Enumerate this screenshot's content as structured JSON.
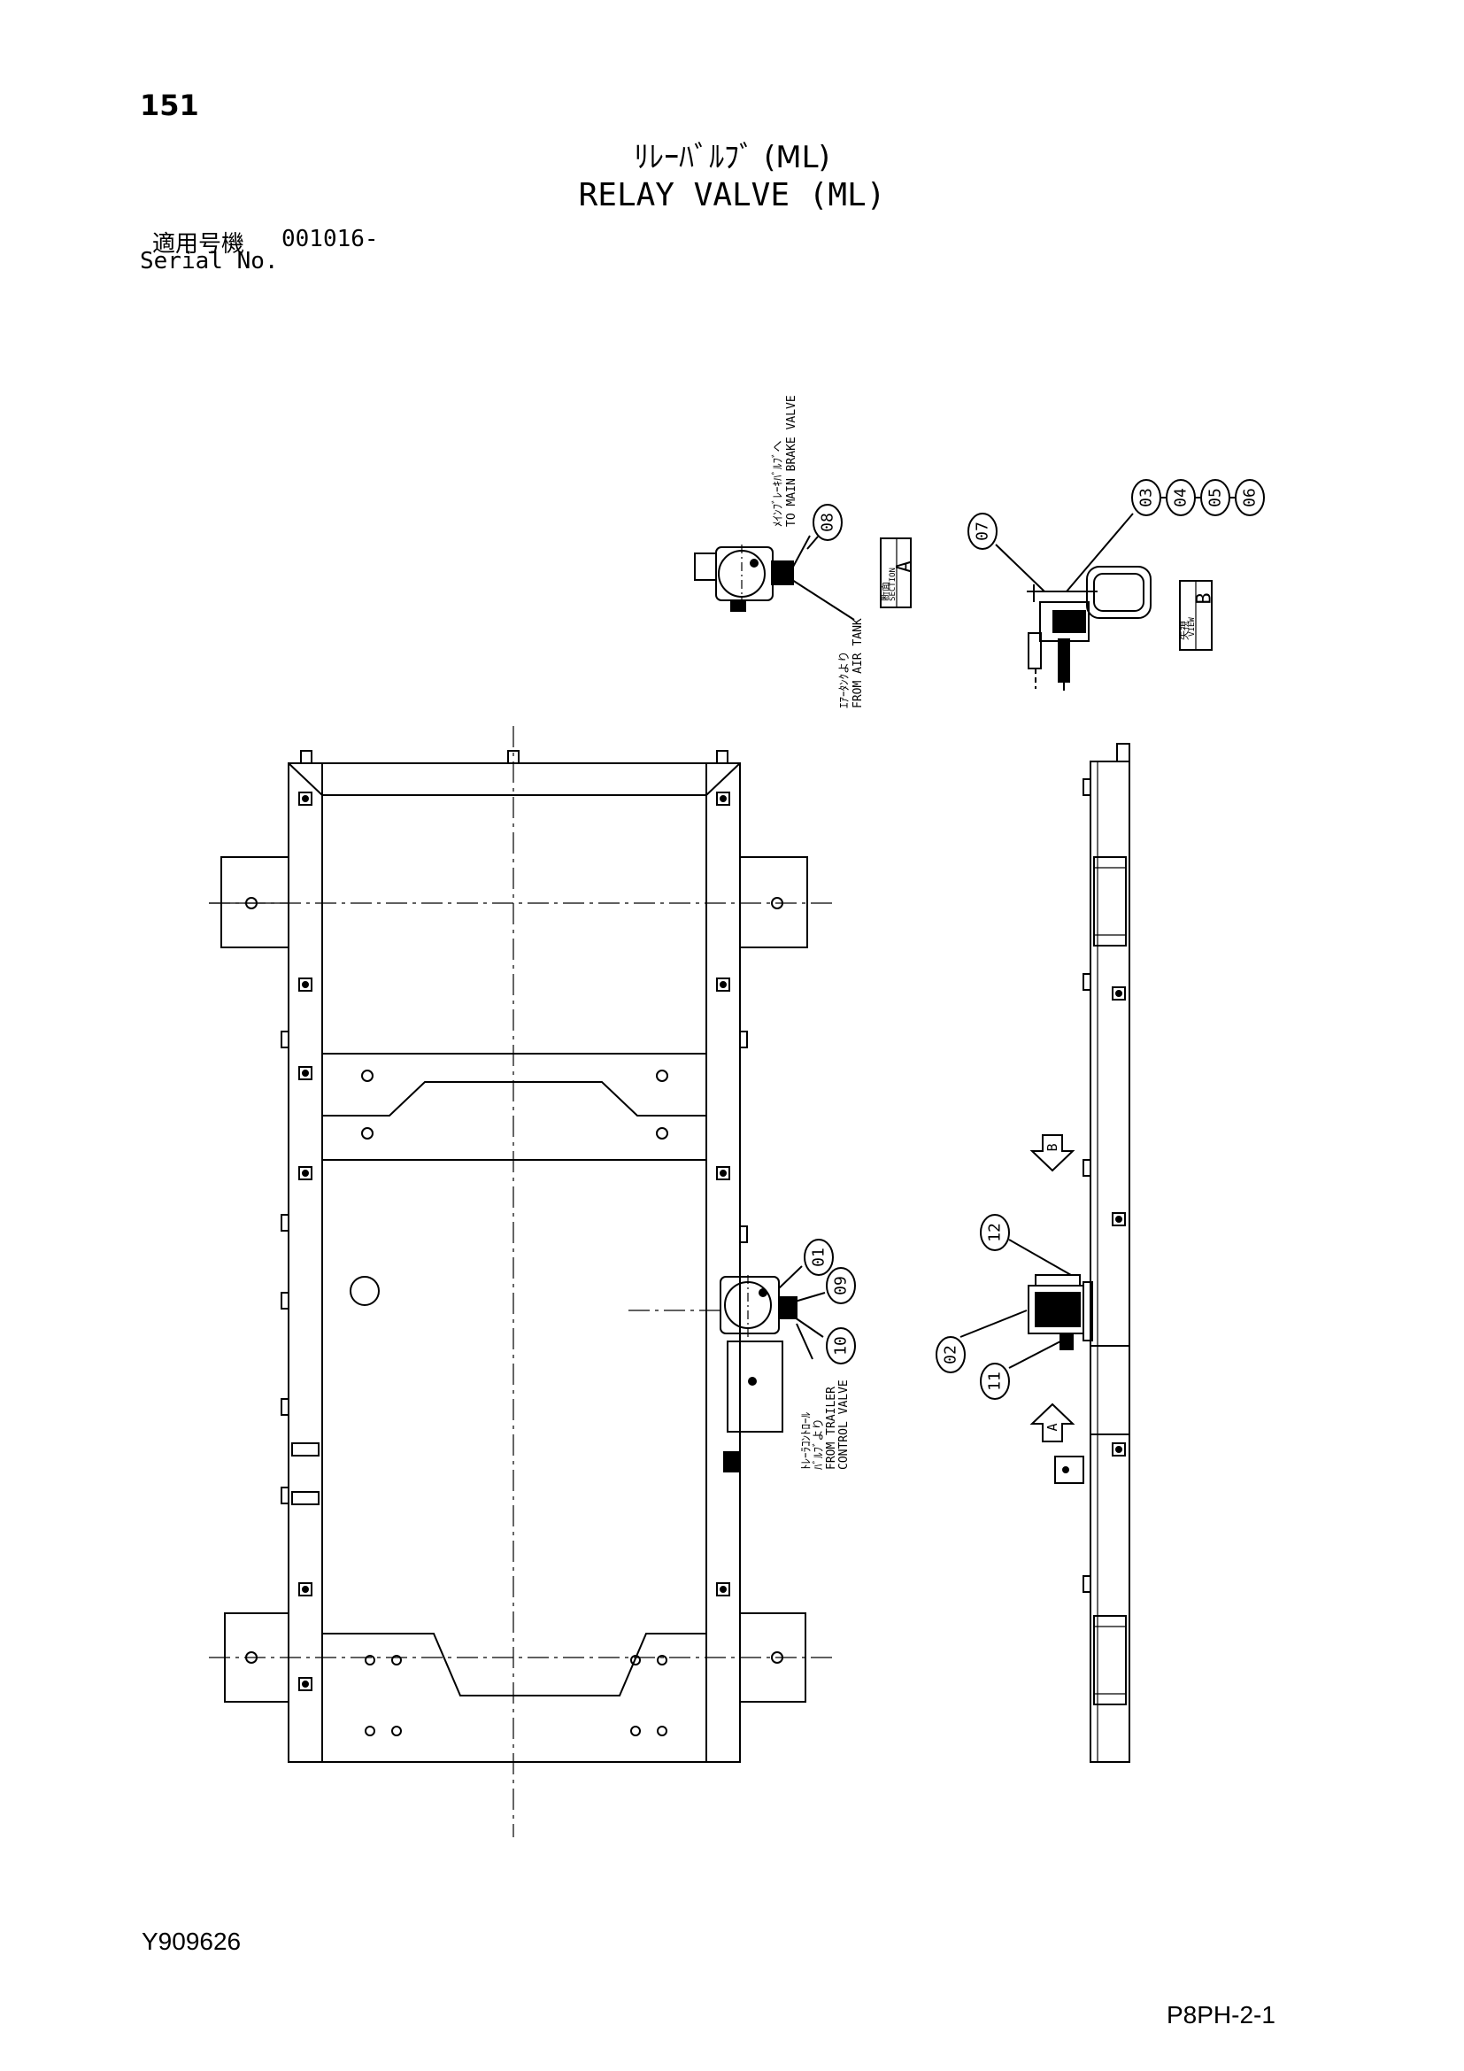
{
  "header": {
    "page_number": "151",
    "title_jp": "ﾘﾚｰﾊﾞﾙﾌﾞ (ML)",
    "title_en": "RELAY VALVE (ML)",
    "serial_label_jp": "適用号機",
    "serial_value": "001016-",
    "serial_label_en": "Serial No."
  },
  "section_a": {
    "callout": "08",
    "label_jp": "断面",
    "label_letter": "A",
    "label_en": "SECTION",
    "note_top_jp": "ﾒｲﾝﾌﾞﾚｰｷﾊﾞﾙﾌﾞへ",
    "note_top_en": "TO MAIN BRAKE VALVE",
    "note_bottom_jp": "ｴｱｰﾀﾝｸより",
    "note_bottom_en": "FROM AIR TANK"
  },
  "view_b": {
    "callouts": [
      "03",
      "04",
      "05",
      "06"
    ],
    "callout_left": "07",
    "label_jp": "矢視",
    "label_letter": "B",
    "label_en": "VIEW"
  },
  "plan_view": {
    "callouts": [
      "01",
      "09",
      "10"
    ],
    "note_jp_1": "ﾄﾚｰﾗｺﾝﾄﾛｰﾙ",
    "note_jp_2": "ﾊﾞﾙﾌﾞより",
    "note_en_1": "FROM TRAILER",
    "note_en_2": "CONTROL VALVE"
  },
  "side_view": {
    "callouts": [
      "12",
      "02",
      "11"
    ],
    "arrow_b": "B",
    "arrow_a": "A"
  },
  "footer": {
    "document_code": "Y909626",
    "page_code": "P8PH-2-1"
  }
}
